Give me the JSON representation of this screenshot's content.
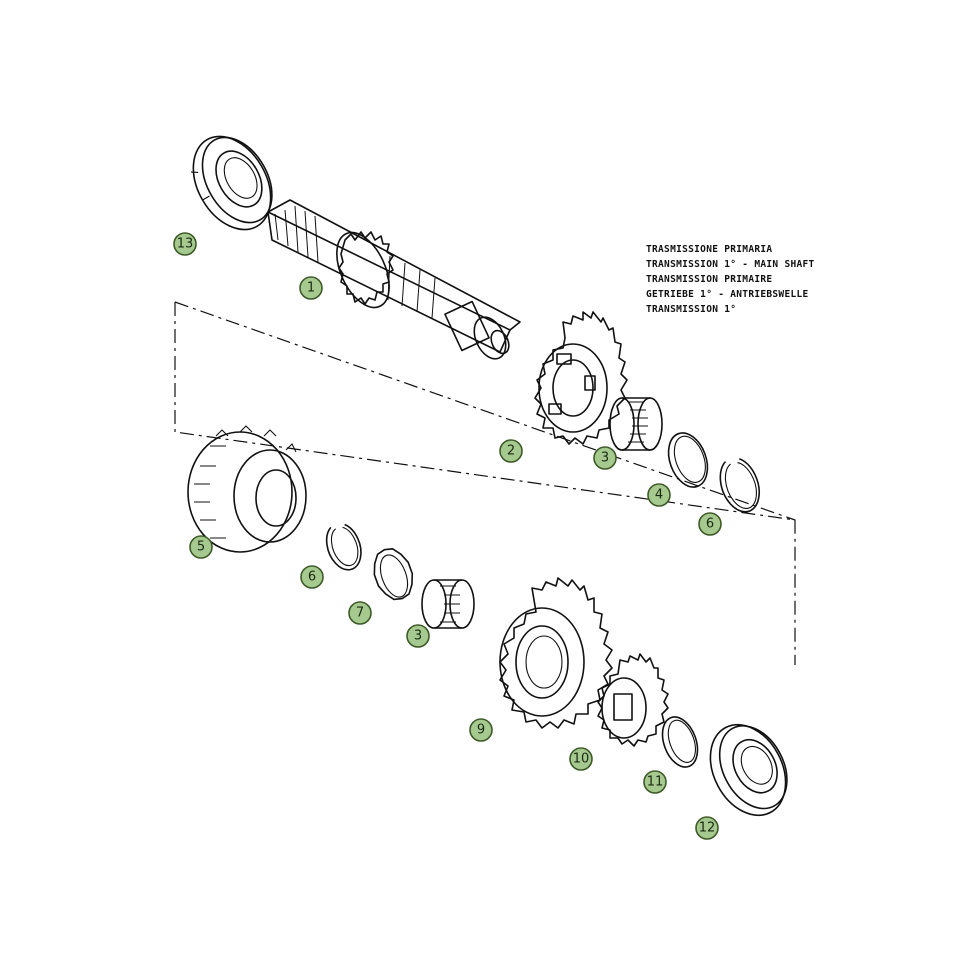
{
  "title_lines": [
    "TRASMISSIONE PRIMARIA",
    "TRANSMISSION 1° - MAIN SHAFT",
    "TRANSMISSION PRIMAIRE",
    "GETRIEBE 1° - ANTRIEBSWELLE",
    "TRANSMISSION 1°"
  ],
  "callouts": {
    "c1": "1",
    "c2": "2",
    "c3a": "3",
    "c3b": "3",
    "c4": "4",
    "c5": "5",
    "c6a": "6",
    "c6b": "6",
    "c7": "7",
    "c9": "9",
    "c10": "10",
    "c11": "11",
    "c12": "12",
    "c13": "13"
  },
  "colors": {
    "callout_fill": "#a6c98f",
    "callout_stroke": "#3d5a29",
    "line": "#111111"
  },
  "parts": [
    "main-shaft",
    "gear",
    "needle-bearing",
    "thrust-washer",
    "sliding-gear",
    "circlip",
    "splined-washer",
    "gear",
    "gear",
    "thrust-washer",
    "ball-bearing",
    "ball-bearing"
  ]
}
